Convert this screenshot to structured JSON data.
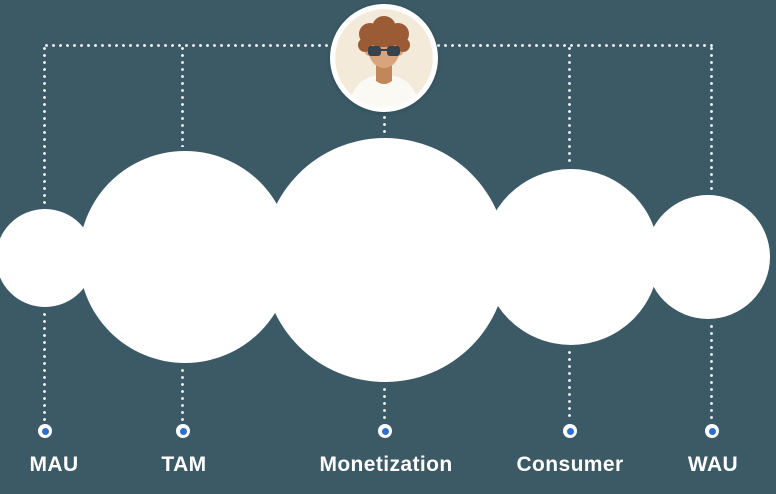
{
  "page": {
    "background_color": "#3B5A66",
    "bubble_color": "#FFFFFF",
    "connector_dot_color": "#FFFFFF"
  },
  "avatar": {
    "description": "illustrated man with curly brown hair and glasses",
    "ring_color": "#FFFFFF",
    "bg_color": "#F3EADA",
    "hair_color": "#9A5B35",
    "skin_color": "#D9A47C",
    "skin_shadow_color": "#C18659",
    "shirt_color": "#FBF9F4",
    "glasses_color": "#37434C"
  },
  "marker": {
    "outer_color": "#FFFFFF",
    "inner_color": "#2D6FD1"
  },
  "nodes": [
    {
      "label": "MAU",
      "bubble_radius": 49
    },
    {
      "label": "TAM",
      "bubble_radius": 106
    },
    {
      "label": "Monetization",
      "bubble_radius": 122
    },
    {
      "label": "Consumer",
      "bubble_radius": 88
    },
    {
      "label": "WAU",
      "bubble_radius": 62
    }
  ]
}
